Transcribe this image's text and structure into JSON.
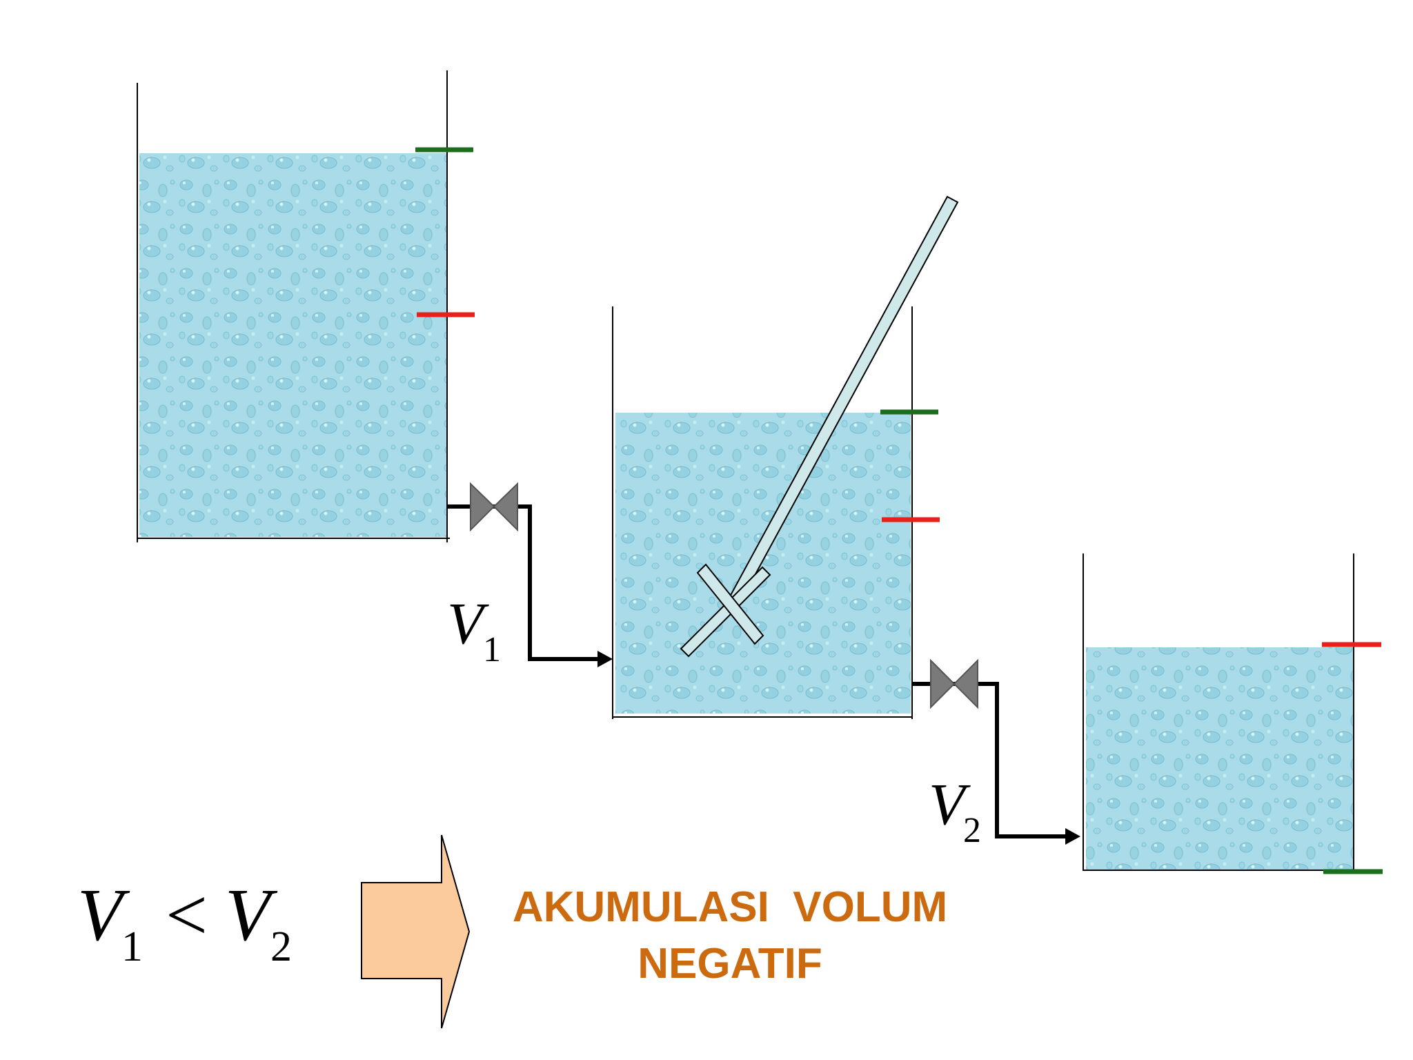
{
  "labels": {
    "valve1": {
      "symbol": "V",
      "subscript": "1"
    },
    "valve2": {
      "symbol": "V",
      "subscript": "2"
    },
    "inequality": {
      "left_symbol": "V",
      "left_subscript": "1",
      "operator": "<",
      "right_symbol": "V",
      "right_subscript": "2"
    }
  },
  "caption": {
    "line1": "AKUMULASI  VOLUM",
    "line2": "NEGATIF"
  },
  "colors": {
    "water": "#a9dbe8",
    "water_drop": "#7fc3d6",
    "high_level_marker": "#1b6e1b",
    "low_level_marker": "#e8201c",
    "valve": "#7a7a7a",
    "arrow_fill": "#fccb9c",
    "caption_text": "#cc6a10",
    "agitator": "#cfe8ea"
  },
  "icons": {
    "valve": "butterfly-valve-icon",
    "agitator": "stirrer-icon",
    "result_arrow": "block-arrow-right-icon"
  }
}
